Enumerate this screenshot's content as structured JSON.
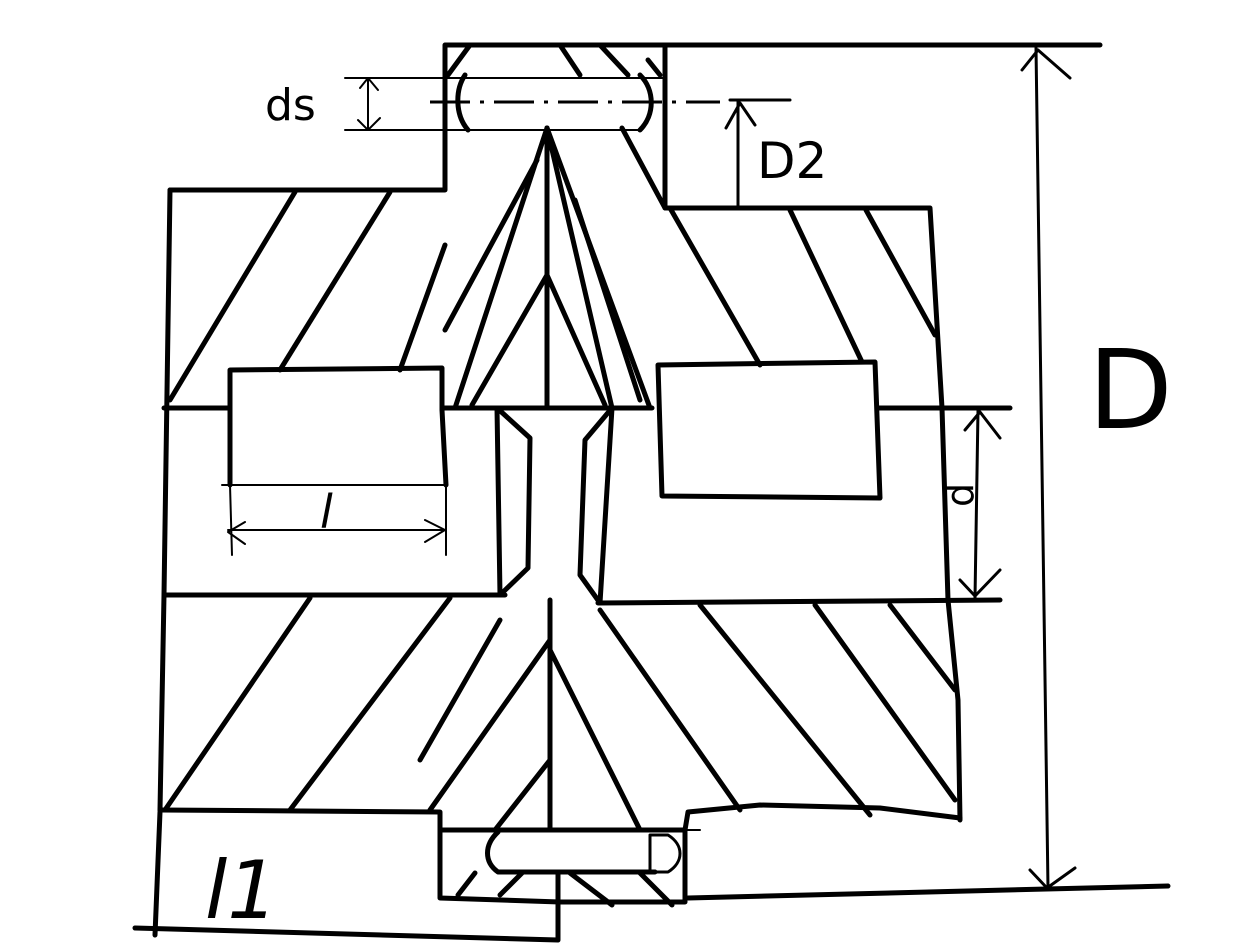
{
  "labels": {
    "ds": "ds",
    "d2": "D2",
    "d_outer": "D",
    "d_inner": "d",
    "l": "l",
    "l1": "l1"
  }
}
